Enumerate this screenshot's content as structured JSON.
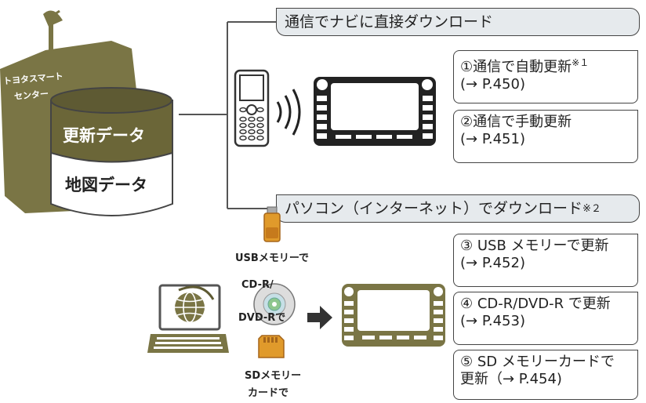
{
  "center": {
    "name_line1": "トヨタスマート",
    "name_line2": "センター",
    "cylinder_top": "更新データ",
    "cylinder_bottom": "地図データ"
  },
  "sections": {
    "direct": {
      "banner": "通信でナビに直接ダウンロード",
      "options": [
        {
          "line1": "①通信で自動更新",
          "note": "※１",
          "line2": "(→ P.450)"
        },
        {
          "line1": "②通信で手動更新",
          "line2": "(→ P.451)"
        }
      ]
    },
    "pc": {
      "banner": "パソコン（インターネット）でダウンロード",
      "note": "※２",
      "media": {
        "usb": "USBメモリーで",
        "cd_line1": "CD-R/",
        "cd_line2": "DVD-Rで",
        "sd_line1": "SDメモリー",
        "sd_line2": "カードで"
      },
      "options": [
        {
          "line1": "③ USB メモリーで更新",
          "line2": "(→ P.452)"
        },
        {
          "line1": "④ CD-R/DVD-R で更新",
          "line2": "(→ P.453)"
        },
        {
          "line1": "⑤ SD メモリーカードで",
          "line2": "更新（→ P.454)"
        }
      ]
    }
  },
  "colors": {
    "olive": "#7a7545",
    "olive_dark": "#5e5a33",
    "banner_bg": "#e6eaed",
    "line": "#555555"
  }
}
